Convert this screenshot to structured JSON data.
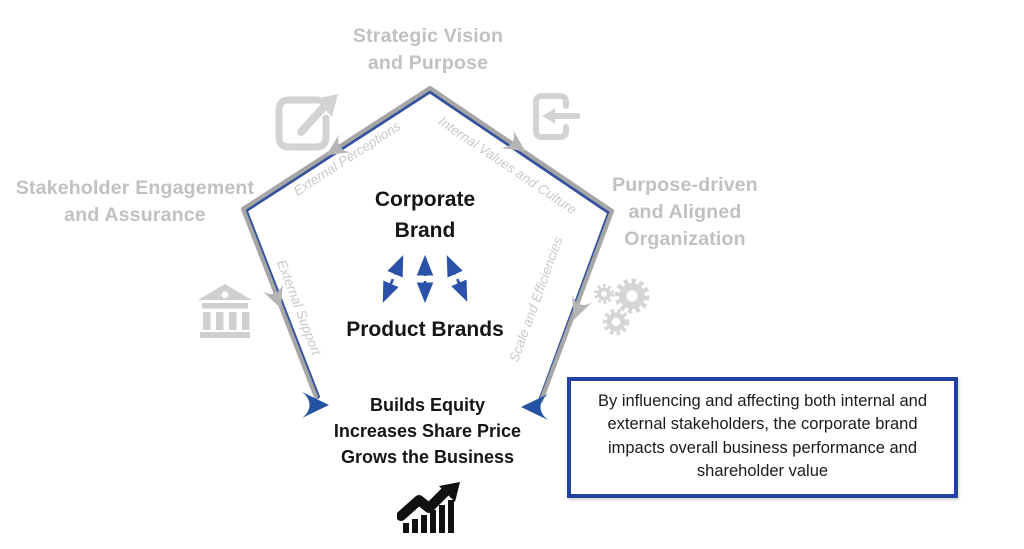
{
  "diagram": {
    "title": "Corporate brand pentagon diagram",
    "stages": {
      "top": {
        "label": "Strategic Vision\nand Purpose"
      },
      "left": {
        "label": "Stakeholder Engagement\nand Assurance"
      },
      "right": {
        "label": "Purpose-driven\nand Aligned\nOrganization"
      }
    },
    "edge_labels": {
      "external_perceptions": "External Perceptions",
      "internal_values": "Internal Values and Culture",
      "external_support": "External Support",
      "scale_efficiencies": "Scale and Efficiencies"
    },
    "center": {
      "corporate_brand": "Corporate\nBrand",
      "product_brands": "Product Brands"
    },
    "outcome": {
      "label": "Builds Equity\nIncreases Share Price\nGrows the Business"
    },
    "callout": {
      "text": "By influencing and affecting both internal and external stakeholders, the corporate brand impacts overall business performance and shareholder value"
    },
    "icons": {
      "top_left": "external-link-icon",
      "top_right": "login-icon",
      "left": "bank-icon",
      "right": "gears-icon",
      "bottom": "growth-chart-icon"
    },
    "colors": {
      "gray_heading": "#c1c1c1",
      "edge_gray": "#a6a6a6",
      "edge_underlay_navy": "#35529e",
      "edge_label_gray": "#c9c9c9",
      "chevron_gray": "#b5b5b5",
      "icon_gray": "#d3d3d3",
      "accent_blue": "#2a52a8",
      "callout_border": "#2142a0",
      "text_black": "#151515"
    }
  }
}
